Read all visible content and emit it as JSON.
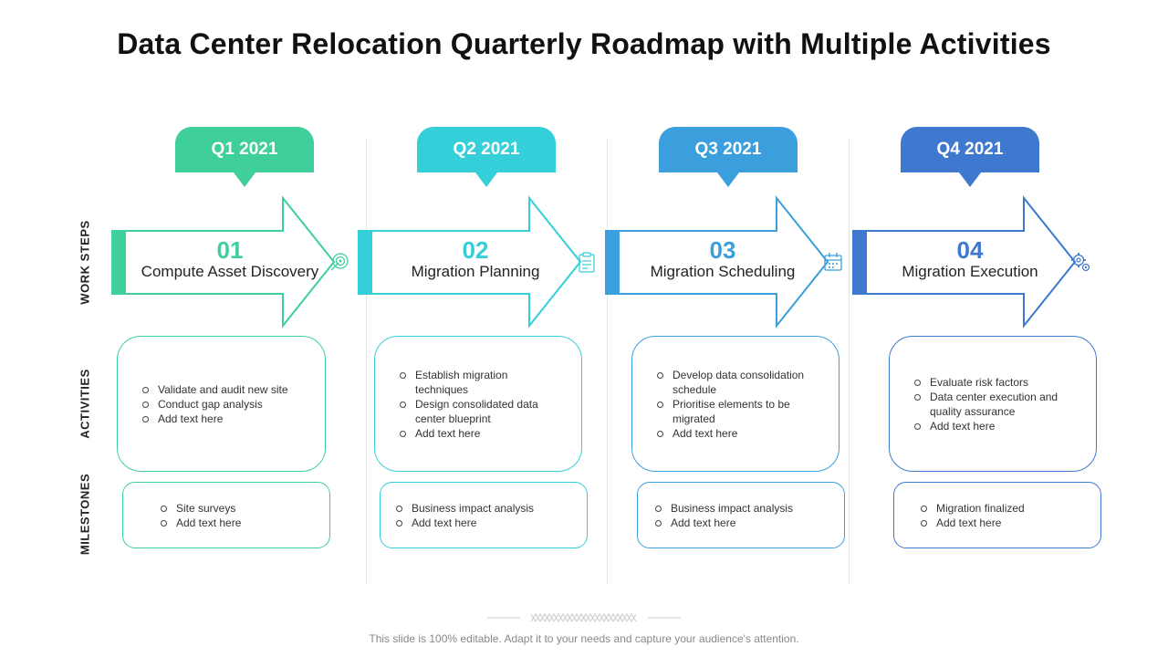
{
  "title": "Data Center Relocation Quarterly Roadmap with Multiple Activities",
  "row_labels": {
    "work_steps": "WORK STEPS",
    "activities": "ACTIVITIES",
    "milestones": "MILESTONES"
  },
  "colors": {
    "q1": "#3fcf9a",
    "q2": "#35cfd9",
    "q3": "#3a9fdc",
    "q4": "#3e79cf"
  },
  "columns": [
    {
      "quarter": "Q1 2021",
      "number": "01",
      "step": "Compute Asset Discovery",
      "icon": "target-icon",
      "activities": [
        "Validate and audit new site",
        "Conduct gap analysis",
        "Add text here"
      ],
      "milestones": [
        "Site surveys",
        "Add text here"
      ]
    },
    {
      "quarter": "Q2 2021",
      "number": "02",
      "step": "Migration Planning",
      "icon": "clipboard-icon",
      "activities": [
        "Establish migration techniques",
        "Design consolidated data center blueprint",
        "Add text here"
      ],
      "milestones": [
        "Business impact analysis",
        "Add text here"
      ]
    },
    {
      "quarter": "Q3 2021",
      "number": "03",
      "step": "Migration Scheduling",
      "icon": "calendar-icon",
      "activities": [
        "Develop data consolidation schedule",
        "Prioritise elements to be migrated",
        "Add text here"
      ],
      "milestones": [
        "Business impact analysis",
        "Add text here"
      ]
    },
    {
      "quarter": "Q4 2021",
      "number": "04",
      "step": "Migration Execution",
      "icon": "gears-icon",
      "activities": [
        "Evaluate risk factors",
        "Data center execution and quality assurance",
        "Add text here"
      ],
      "milestones": [
        "Migration finalized",
        "Add text here"
      ]
    }
  ],
  "footer": "This slide is 100% editable. Adapt it to your needs and capture your audience's attention."
}
